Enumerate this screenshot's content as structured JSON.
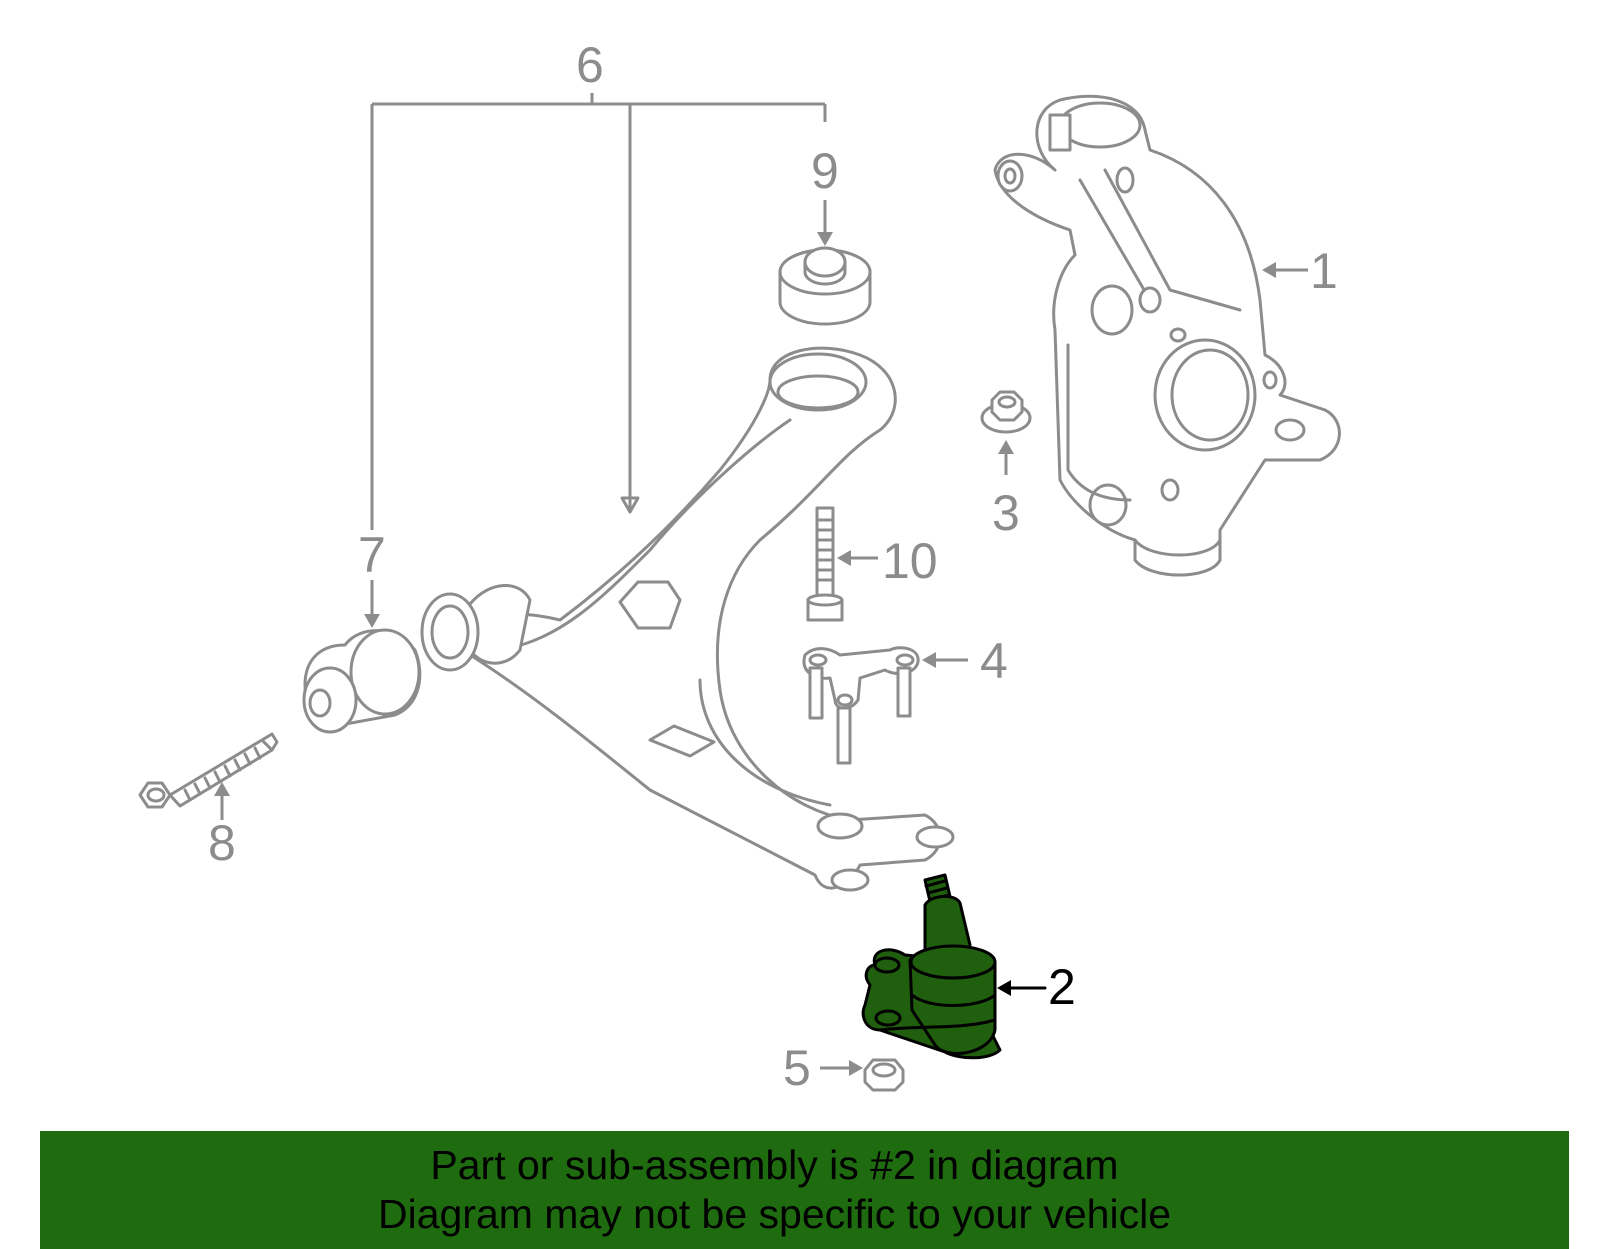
{
  "diagram": {
    "highlighted_part": "2",
    "callouts": {
      "c1": "1",
      "c2": "2",
      "c3": "3",
      "c4": "4",
      "c5": "5",
      "c6": "6",
      "c7": "7",
      "c8": "8",
      "c9": "9",
      "c10": "10"
    }
  },
  "banner": {
    "line1": "Part or sub-assembly is #2 in diagram",
    "line2": "Diagram may not be specific to your vehicle"
  },
  "colors": {
    "highlight": "#1f5f0d",
    "banner": "#1f6b0f",
    "line_art": "#8c8c8c"
  }
}
